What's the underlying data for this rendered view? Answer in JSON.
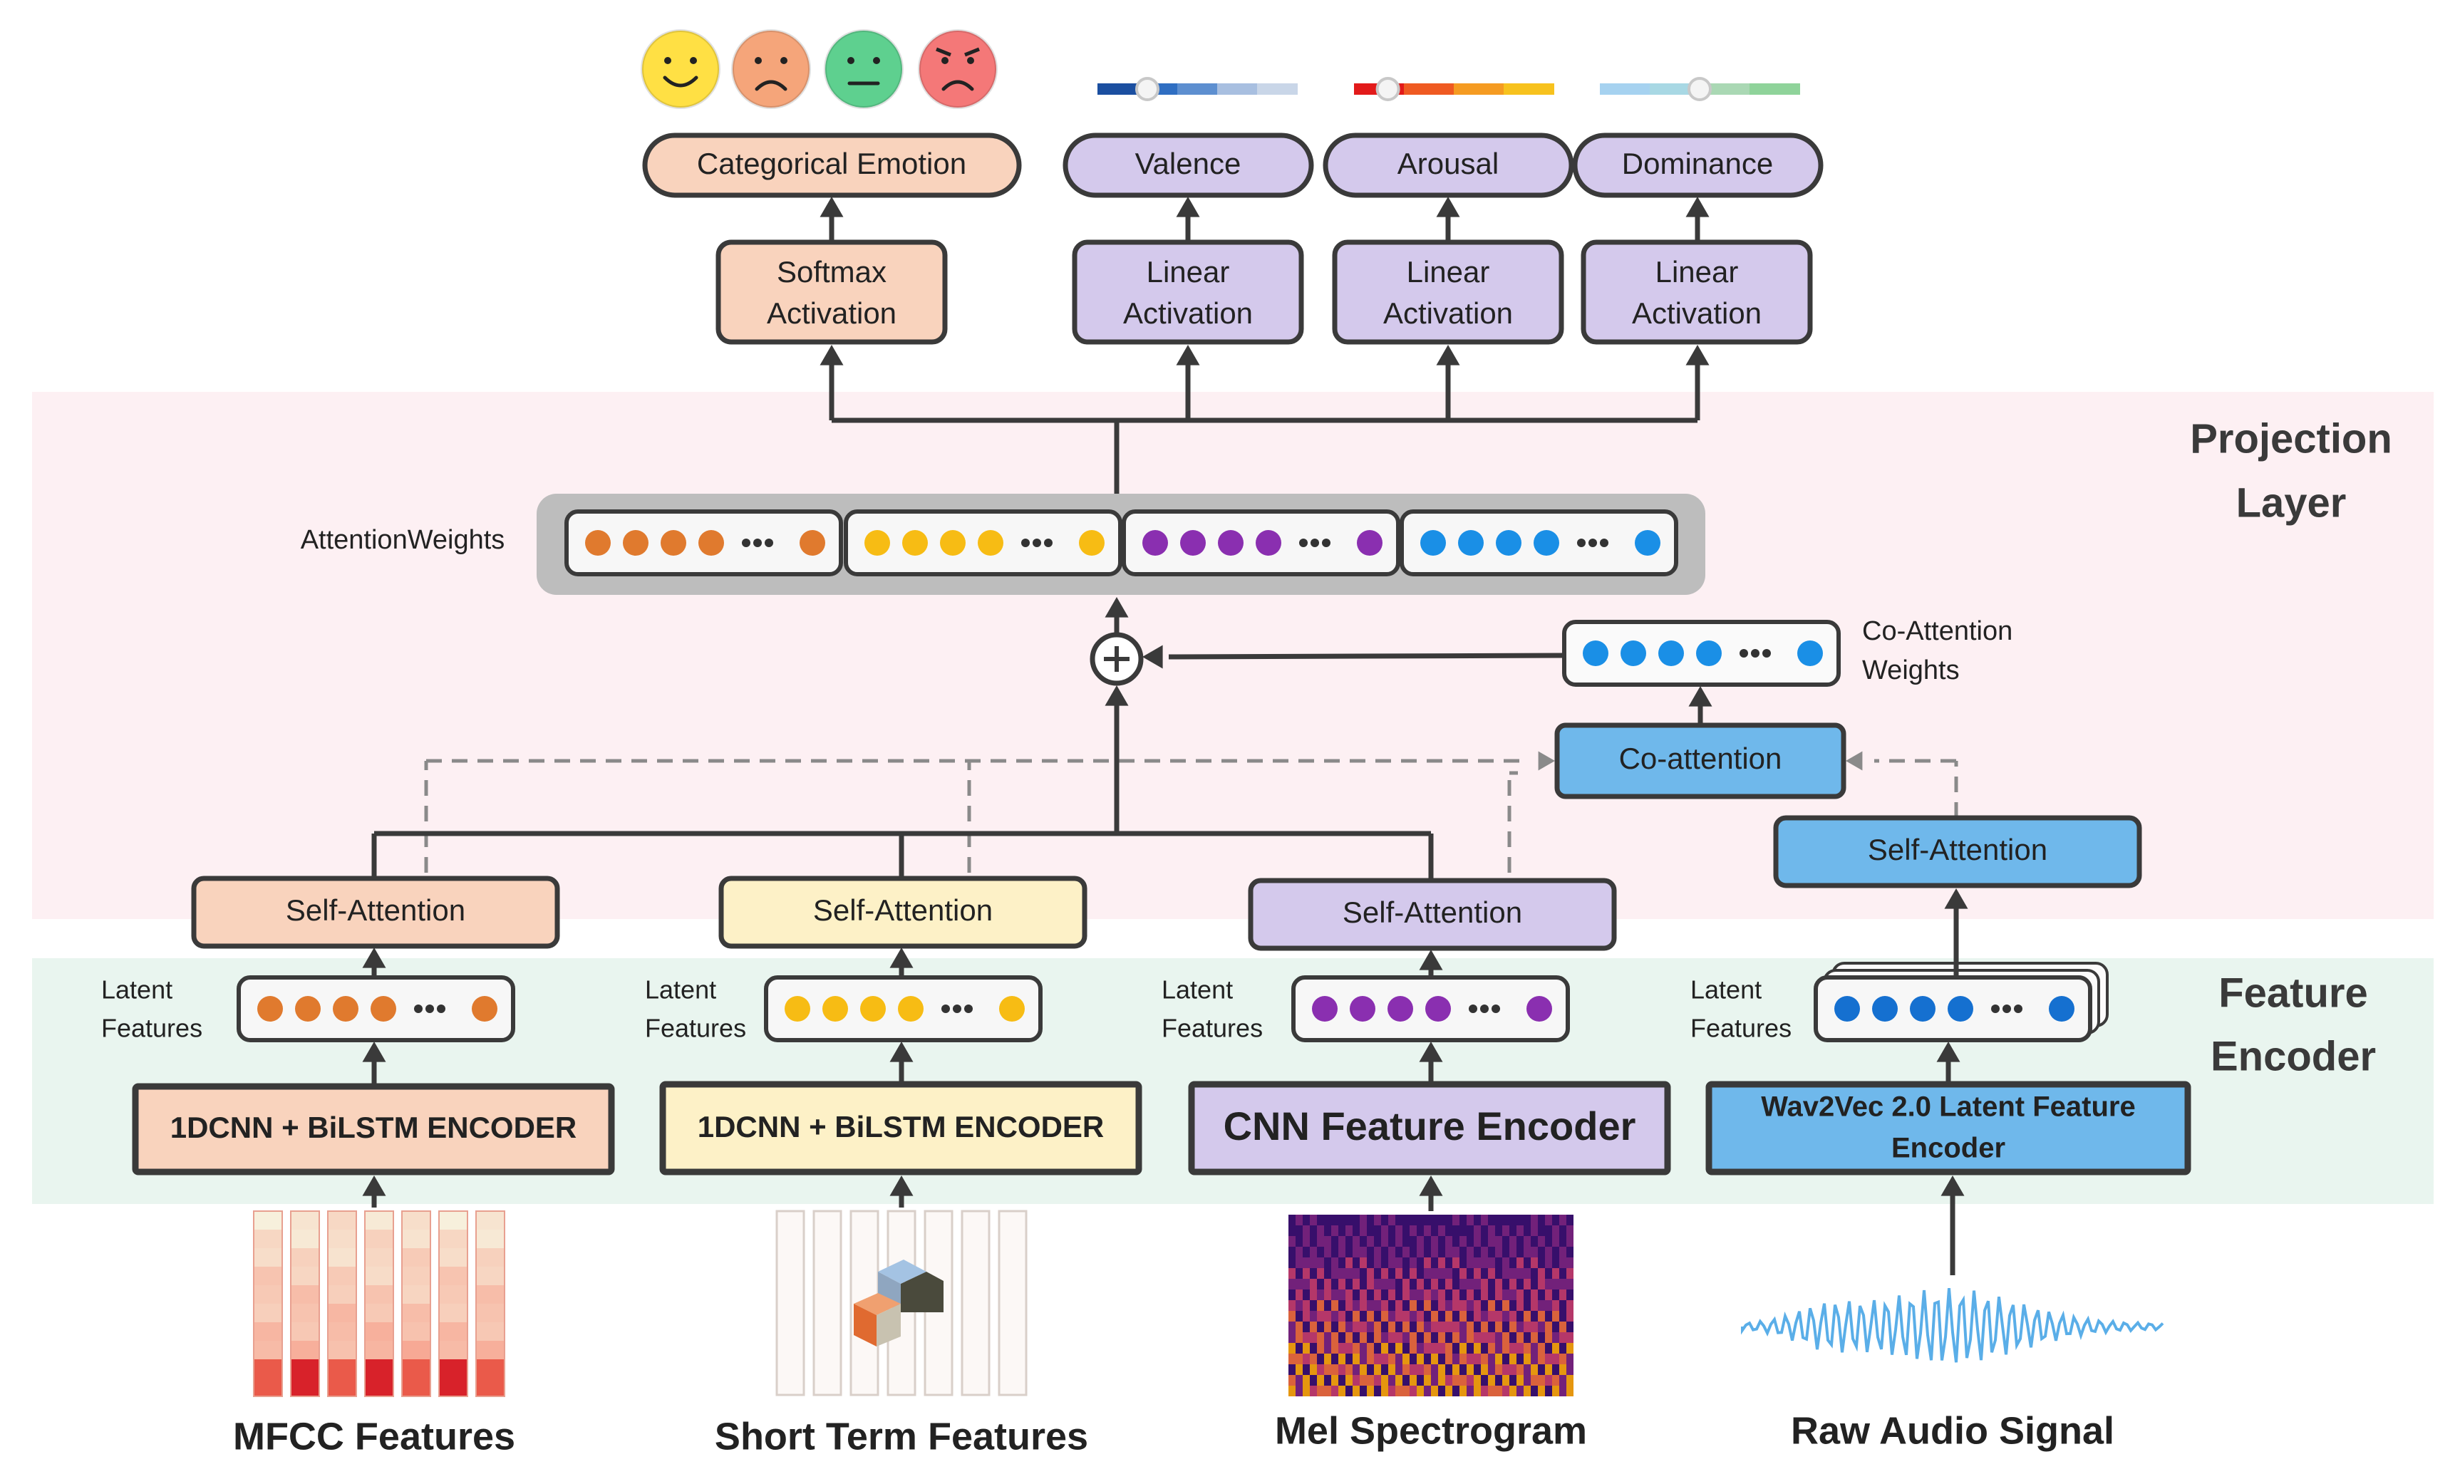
{
  "bands": {
    "projection": "Projection Layer",
    "projection_lines": [
      "Projection",
      "Layer"
    ],
    "encoder": "Feature Encoder",
    "encoder_lines": [
      "Feature",
      "Encoder"
    ]
  },
  "outputs": {
    "categorical": "Categorical Emotion",
    "valence": "Valence",
    "arousal": "Arousal",
    "dominance": "Dominance"
  },
  "activations": {
    "softmax": [
      "Softmax",
      "Activation"
    ],
    "linear": [
      "Linear",
      "Activation"
    ]
  },
  "emojis": [
    "happy-face",
    "sad-face",
    "neutral-face",
    "angry-face"
  ],
  "attention_weights_label": "AttentionWeights",
  "co_attention_weights_label": [
    "Co-Attention",
    "Weights"
  ],
  "co_attention_label": "Co-attention",
  "self_attention_label": "Self-Attention",
  "latent_features_label": [
    "Latent",
    "Features"
  ],
  "encoders": {
    "mfcc": "1DCNN + BiLSTM ENCODER",
    "short_term": "1DCNN + BiLSTM ENCODER",
    "cnn": "CNN Feature Encoder",
    "wav2vec": [
      "Wav2Vec 2.0 Latent Feature",
      "Encoder"
    ]
  },
  "inputs": {
    "mfcc": "MFCC Features",
    "short_term": "Short Term Features",
    "mel": "Mel Spectrogram",
    "raw": "Raw Audio Signal"
  },
  "colors": {
    "orange_dot": "#e07a2e",
    "yellow_dot": "#f7bc14",
    "purple_dot": "#8a2fb0",
    "blue_dot": "#1a8fe6",
    "wav_dot": "#1570d0",
    "peach_fill": "#f9d3bd",
    "cream_fill": "#fdf1c7",
    "lavender_fill": "#d4c9ec",
    "blue_fill": "#6fb8eb",
    "pink_band": "#fdf0f3",
    "green_band": "#e9f5ef"
  }
}
